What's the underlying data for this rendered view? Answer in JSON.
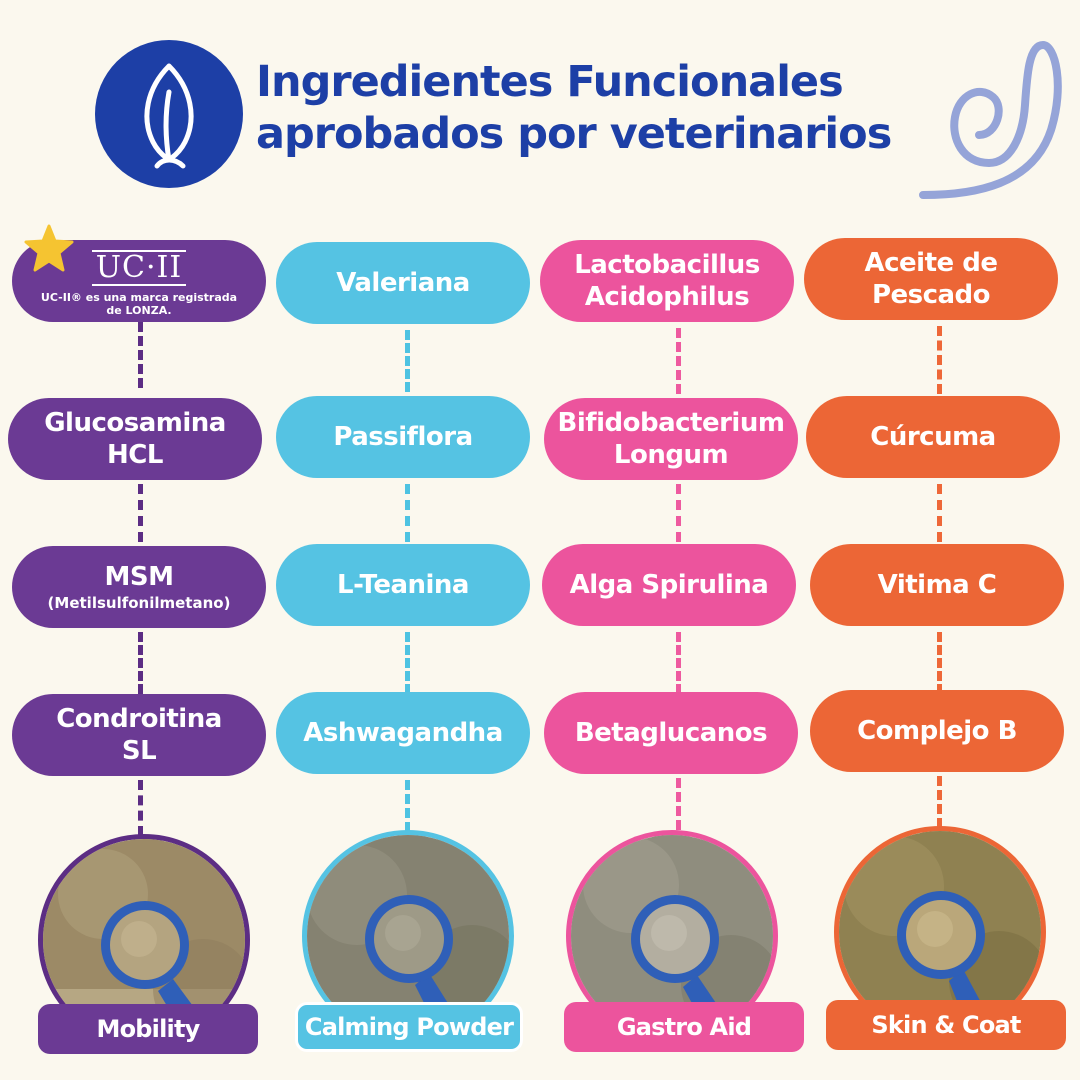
{
  "header": {
    "title_line1": "Ingredientes Funcionales",
    "title_line2": "aprobados por veterinarios",
    "icon": "leaf-icon",
    "decoration": "loop-swirl"
  },
  "colors": {
    "title": "#1d3fa6",
    "background": "#fbf8ee",
    "mobility": "#6b3a94",
    "calming": "#55c3e3",
    "gastro": "#ec549d",
    "skin": "#ec6636"
  },
  "columns": [
    {
      "ingredients": [
        {
          "logo": "UC·II",
          "note_line1": "UC-II® es una marca registrada",
          "note_line2": "de LONZA."
        },
        {
          "line1": "Glucosamina",
          "line2": "HCL"
        },
        {
          "line1": "MSM",
          "line2": "(Metilsulfonilmetano)"
        },
        {
          "line1": "Condroitina",
          "line2": "SL"
        }
      ],
      "product": "Mobility"
    },
    {
      "ingredients": [
        {
          "line1": "Valeriana"
        },
        {
          "line1": "Passiflora"
        },
        {
          "line1": "L-Teanina"
        },
        {
          "line1": "Ashwagandha"
        }
      ],
      "product": "Calming Powder"
    },
    {
      "ingredients": [
        {
          "line1": "Lactobacillus",
          "line2": "Acidophilus"
        },
        {
          "line1": "Bifidobacterium",
          "line2": "Longum"
        },
        {
          "line1": "Alga Spirulina"
        },
        {
          "line1": "Betaglucanos"
        }
      ],
      "product": "Gastro Aid"
    },
    {
      "ingredients": [
        {
          "line1": "Aceite de",
          "line2": "Pescado"
        },
        {
          "line1": "Cúrcuma"
        },
        {
          "line1": "Vitima C"
        },
        {
          "line1": "Complejo B"
        }
      ],
      "product": "Skin & Coat"
    }
  ]
}
